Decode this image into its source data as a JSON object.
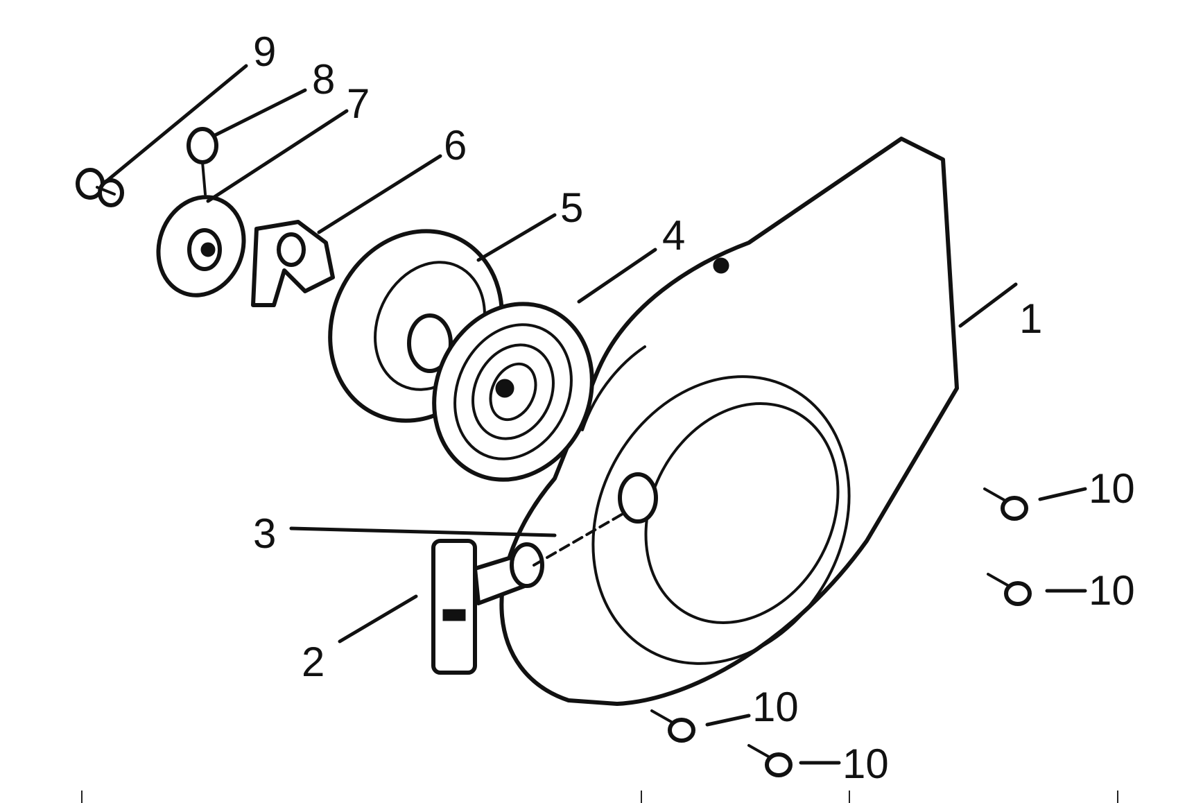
{
  "diagram": {
    "callouts": {
      "p1": "1",
      "p2": "2",
      "p3": "3",
      "p4": "4",
      "p5": "5",
      "p6": "6",
      "p7": "7",
      "p8": "8",
      "p9": "9",
      "p10a": "10",
      "p10b": "10",
      "p10c": "10",
      "p10d": "10"
    },
    "colors": {
      "line": "#111111",
      "background": "#ffffff"
    }
  }
}
